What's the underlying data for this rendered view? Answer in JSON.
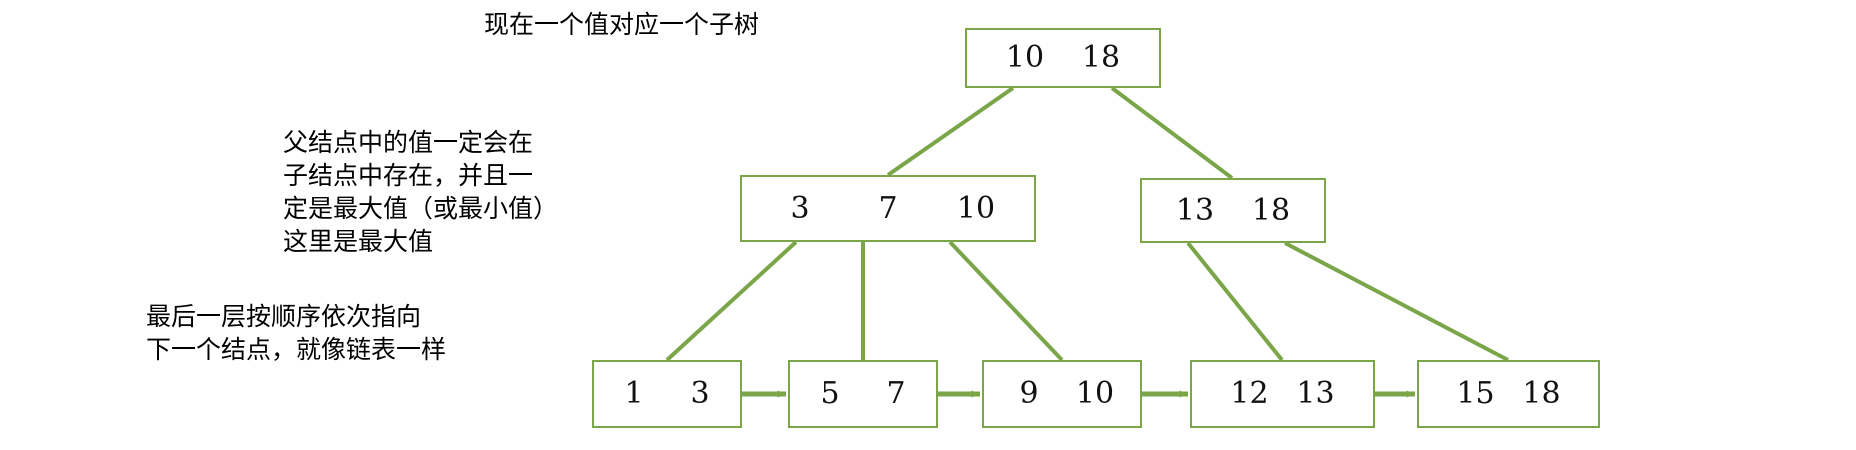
{
  "diagram": {
    "title_concept": "B+ Tree structure illustration",
    "accent_color": "#7aa548",
    "node_fill": "#ffffff",
    "text_color": "#111111"
  },
  "annotations": {
    "top": "现在一个值对应一个子树",
    "middle": "父结点中的值一定会在\n子结点中存在，并且一\n定是最大值（或最小值）\n这里是最大值",
    "bottom": "最后一层按顺序依次指向\n下一个结点，就像链表一样"
  },
  "tree": {
    "root": {
      "label": "root-node",
      "keys": [
        "10",
        "18"
      ]
    },
    "internal": [
      {
        "label": "internal-node-left",
        "keys": [
          "3",
          "7",
          "10"
        ]
      },
      {
        "label": "internal-node-right",
        "keys": [
          "13",
          "18"
        ]
      }
    ],
    "leaves": [
      {
        "label": "leaf-node-1",
        "keys": [
          "1",
          "3"
        ]
      },
      {
        "label": "leaf-node-2",
        "keys": [
          "5",
          "7"
        ]
      },
      {
        "label": "leaf-node-3",
        "keys": [
          "9",
          "10"
        ]
      },
      {
        "label": "leaf-node-4",
        "keys": [
          "12",
          "13"
        ]
      },
      {
        "label": "leaf-node-5",
        "keys": [
          "15",
          "18"
        ]
      }
    ]
  }
}
